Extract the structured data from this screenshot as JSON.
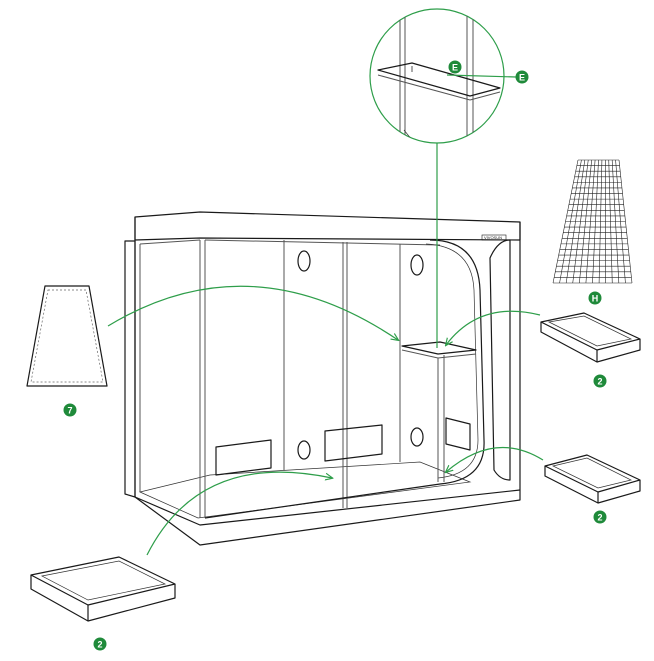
{
  "labels": {
    "seven": "7",
    "two": "2",
    "e": "E",
    "h": "H"
  },
  "colors": {
    "callout_green": "#1f8a3a",
    "arrow_green": "#2e9e4a",
    "line": "#1a1a1a"
  },
  "brand": "VIVOSUN"
}
